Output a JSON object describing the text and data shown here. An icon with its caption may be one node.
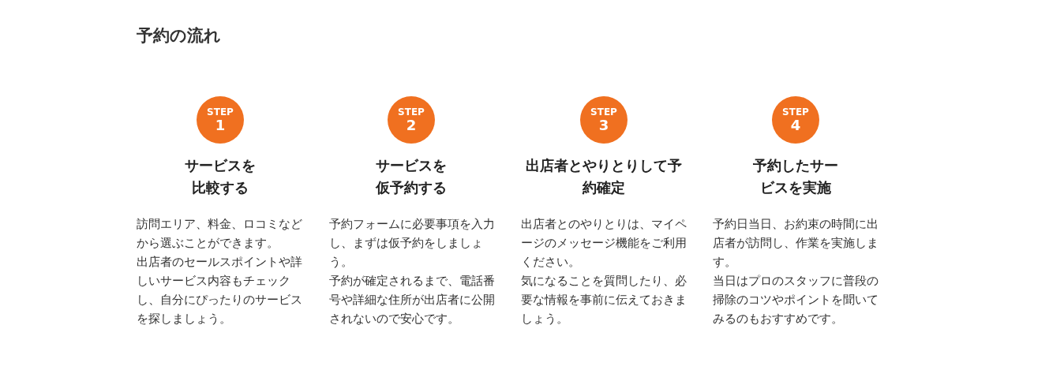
{
  "diagram": {
    "title": "予約の流れ",
    "nodes": [
      {
        "text": [
          "STEP",
          "1"
        ],
        "beside": [
          "サービスを比較する",
          "訪問エリア、料金、ロコミなどから選ぶことができます。",
          "出店者のセールスポイントや詳しいサービス内容もチェックし、自分にぴったりのサービスを探しましょう。"
        ]
      },
      {
        "text": [
          "STEP",
          "2"
        ],
        "beside": [
          "サービスを仮予約する",
          "予約フォームに必要事項を入力し、まずは仮予約をしましょう。",
          "予約が確定されるまで、電話番号や詳細な住所が出店者に公開されないので安心です。"
        ]
      },
      {
        "text": [
          "STEP",
          "3"
        ],
        "beside": [
          "出店者とやりとりして予約確定",
          "出店者とのやりとりは、マイページのメッセージ機能をご利用ください。",
          "気になることを質問したり、必要な情報を事前に伝えておきましょう。"
        ]
      },
      {
        "text": [
          "STEP",
          "4"
        ],
        "beside": [
          "予約したサービスを実施",
          "予約日当日、お約束の時間に出店者が訪問し、作業を実施します。",
          "当日はプロのスタッフに普段の掃除のコツやポイントを聞いてみるのもおすすめです。"
        ]
      }
    ]
  }
}
